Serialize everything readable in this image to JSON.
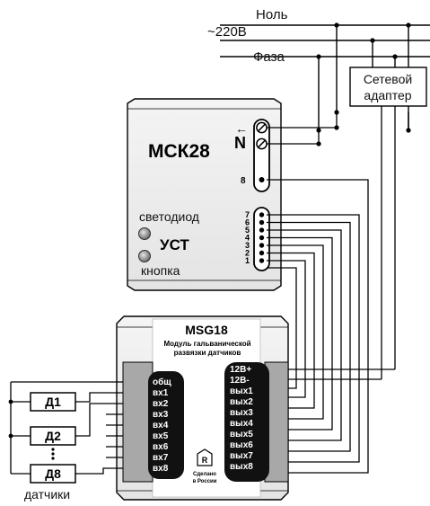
{
  "mains": {
    "neutral_label": "Ноль",
    "voltage_label": "~220В",
    "phase_label": "Фаза"
  },
  "adapter": {
    "line1": "Сетевой",
    "line2": "адаптер"
  },
  "msk": {
    "title": "МСК28",
    "n_label": "N",
    "arrow_glyph": "←",
    "pin8_label": "8",
    "pin_labels": [
      "7",
      "6",
      "5",
      "4",
      "3",
      "2",
      "1"
    ],
    "led_label": "светодиод",
    "ust_label": "УСТ",
    "button_label": "кнопка"
  },
  "msg": {
    "title": "MSG18",
    "subtitle_line1": "Модуль гальванической",
    "subtitle_line2": "развязки датчиков",
    "left_terminals": [
      "общ",
      "вх1",
      "вх2",
      "вх3",
      "вх4",
      "вх5",
      "вх6",
      "вх7",
      "вх8"
    ],
    "right_terminals": [
      "12В+",
      "12В-",
      "вых1",
      "вых2",
      "вых3",
      "вых4",
      "вых5",
      "вых6",
      "вых7",
      "вых8"
    ],
    "logo_text_line1": "Сделано",
    "logo_text_line2": "в России"
  },
  "sensors": {
    "items": [
      "Д1",
      "Д2",
      "Д8"
    ],
    "caption": "датчики"
  }
}
